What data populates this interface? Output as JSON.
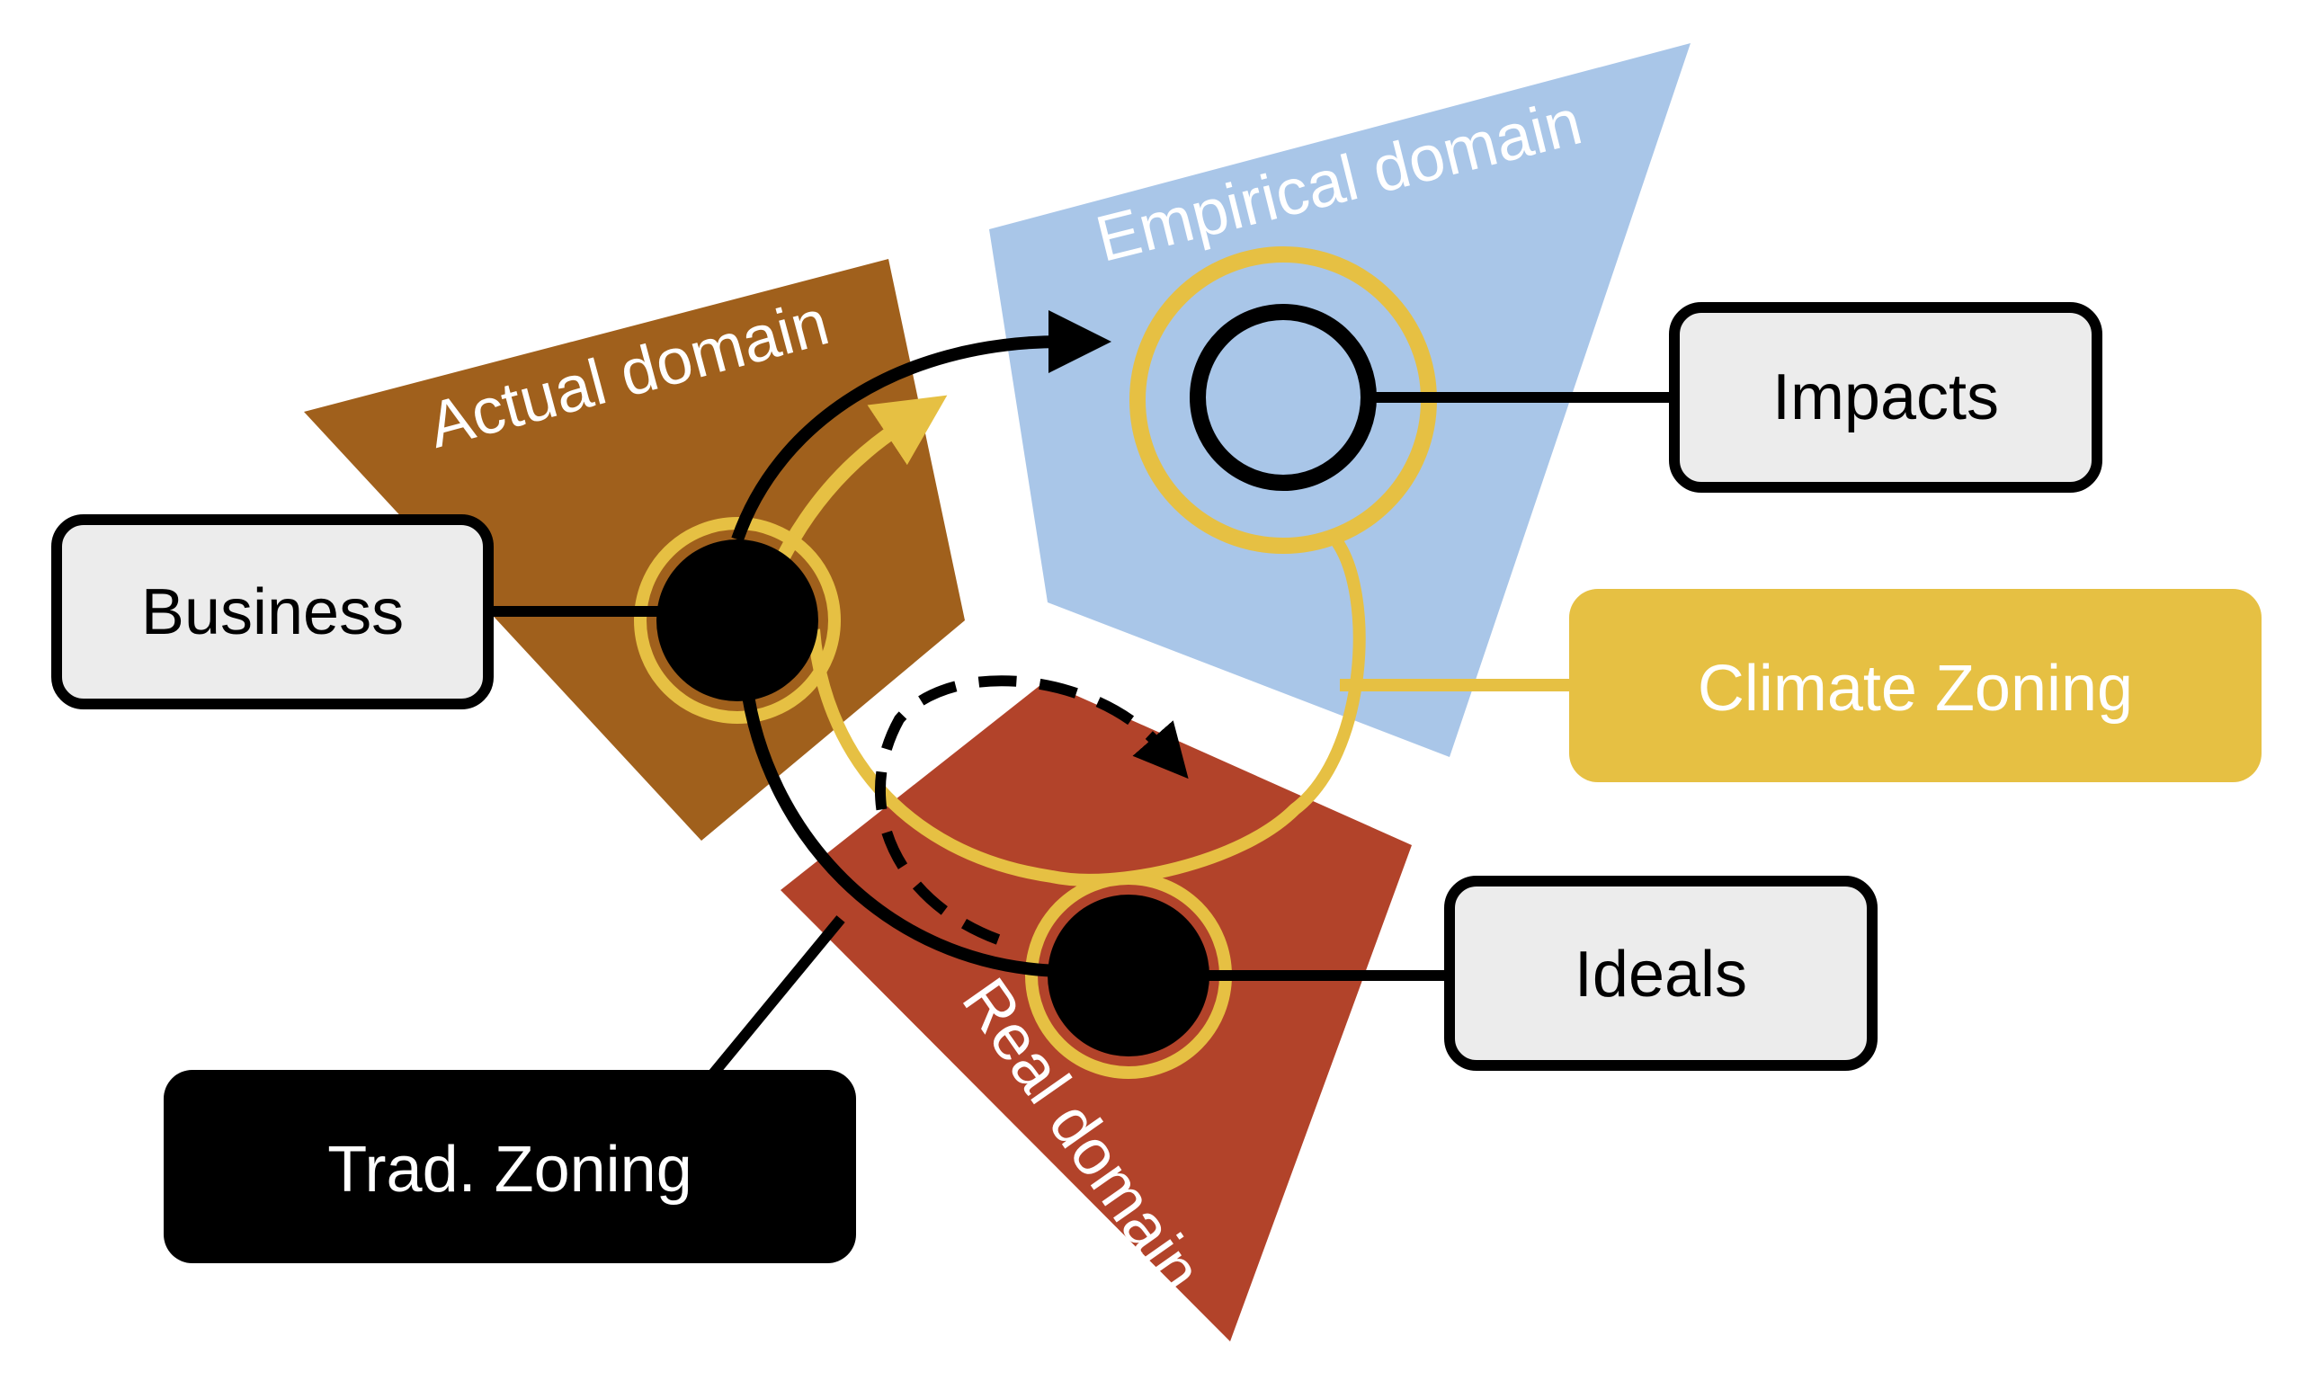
{
  "domains": {
    "actual": {
      "label": "Actual domain",
      "color": "#A0601C"
    },
    "empirical": {
      "label": "Empirical domain",
      "color": "#A9C6E8"
    },
    "real": {
      "label": "Real domain",
      "color": "#B2432A"
    }
  },
  "boxes": {
    "business": {
      "label": "Business",
      "fill": "#ECECEC",
      "text_color": "#000000"
    },
    "impacts": {
      "label": "Impacts",
      "fill": "#ECECEC",
      "text_color": "#000000"
    },
    "climate_zoning": {
      "label": "Climate Zoning",
      "fill": "#E6C043",
      "text_color": "#FFFFFF"
    },
    "ideals": {
      "label": "Ideals",
      "fill": "#ECECEC",
      "text_color": "#000000"
    },
    "trad_zoning": {
      "label": "Trad. Zoning",
      "fill": "#000000",
      "text_color": "#FFFFFF"
    }
  },
  "colors": {
    "accent_yellow": "#E6C043",
    "line_black": "#000000"
  }
}
